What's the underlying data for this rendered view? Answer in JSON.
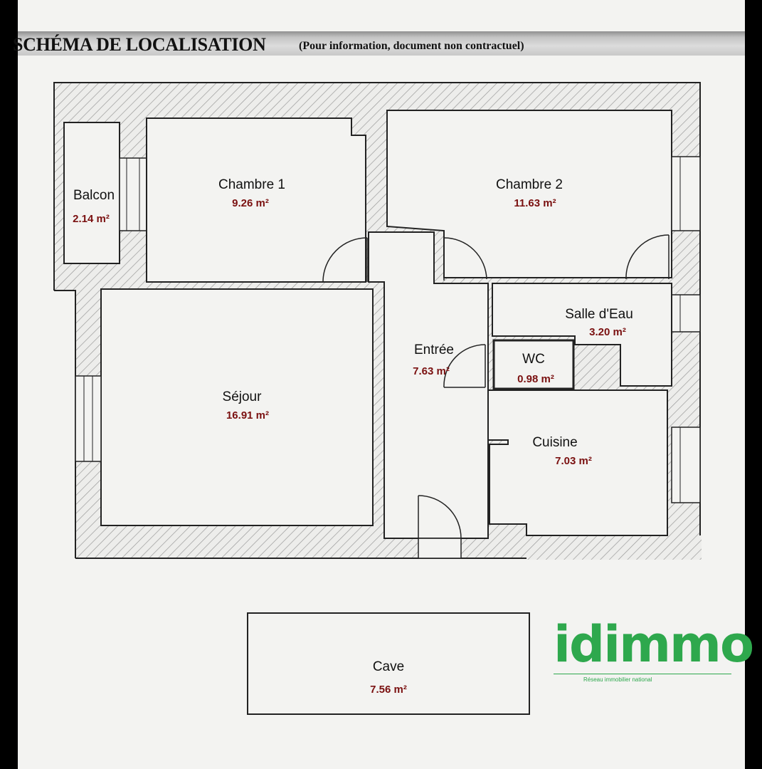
{
  "header": {
    "title": "SCHÉMA DE LOCALISATION",
    "subtitle": "(Pour information, document non contractuel)"
  },
  "rooms": {
    "balcon": {
      "label": "Balcon",
      "area": "2.14 m²"
    },
    "chambre1": {
      "label": "Chambre 1",
      "area": "9.26 m²"
    },
    "chambre2": {
      "label": "Chambre 2",
      "area": "11.63 m²"
    },
    "salle_eau": {
      "label": "Salle d'Eau",
      "area": "3.20 m²"
    },
    "entree": {
      "label": "Entrée",
      "area": "7.63 m²"
    },
    "wc": {
      "label": "WC",
      "area": "0.98 m²"
    },
    "sejour": {
      "label": "Séjour",
      "area": "16.91 m²"
    },
    "cuisine": {
      "label": "Cuisine",
      "area": "7.03 m²"
    },
    "cave": {
      "label": "Cave",
      "area": "7.56 m²"
    }
  },
  "logo": {
    "name": "idimmo",
    "tagline": "Réseau immobilier national",
    "color": "#2ea84d"
  },
  "colors": {
    "area_text": "#7a1010",
    "wall_hatch": "#9a9a9a"
  }
}
